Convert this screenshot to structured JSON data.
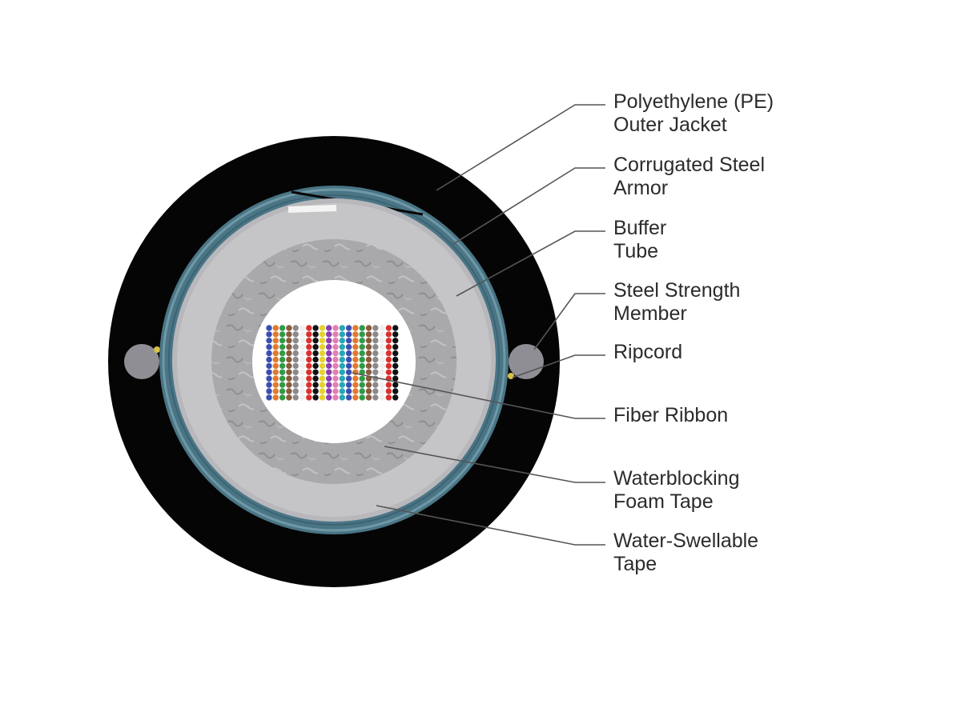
{
  "diagram": {
    "colors": {
      "outer_jacket": "#050505",
      "armor": "#4a7585",
      "buffer_tube": "#c5c5c8",
      "foam_tape": "#a9a9ab",
      "core": "#ffffff",
      "strength_member": "#8e8e94",
      "leader_line": "#555555",
      "ripcord": "#d4c04a"
    },
    "fiber_colors": [
      "#3a4fb0",
      "#e07a2e",
      "#2f9a4a",
      "#8a5a3a",
      "#8a8a8a",
      "#f0f0f0",
      "#d9302c",
      "#111111",
      "#e6d230",
      "#8a3fae",
      "#e37fb0",
      "#27a7b5"
    ],
    "callouts": [
      {
        "id": "outer-jacket",
        "lines": [
          "Polyethylene (PE)",
          "Outer Jacket"
        ]
      },
      {
        "id": "steel-armor",
        "lines": [
          "Corrugated Steel",
          "Armor"
        ]
      },
      {
        "id": "buffer-tube",
        "lines": [
          "Buffer",
          "Tube"
        ]
      },
      {
        "id": "strength-member",
        "lines": [
          "Steel Strength",
          "Member"
        ]
      },
      {
        "id": "ripcord",
        "lines": [
          "Ripcord"
        ]
      },
      {
        "id": "fiber-ribbon",
        "lines": [
          "Fiber Ribbon"
        ]
      },
      {
        "id": "foam-tape",
        "lines": [
          "Waterblocking",
          "Foam Tape"
        ]
      },
      {
        "id": "water-swellable-tape",
        "lines": [
          "Water-Swellable",
          "Tape"
        ]
      }
    ]
  }
}
